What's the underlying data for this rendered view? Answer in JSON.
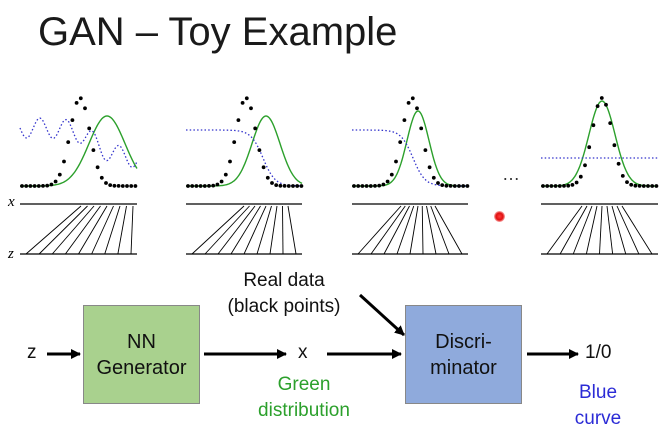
{
  "title": "GAN – Toy Example",
  "axis_labels": {
    "x": "x",
    "z": "z"
  },
  "ellipsis": "…",
  "flow": {
    "input": "z",
    "generator": [
      "NN",
      "Generator"
    ],
    "generator_output": "x",
    "generator_caption": [
      "Green",
      "distribution"
    ],
    "real_data": [
      "Real data",
      "(black points)"
    ],
    "discriminator": [
      "Discri-",
      "minator"
    ],
    "discriminator_output": "1/0",
    "discriminator_caption": [
      "Blue",
      "curve"
    ]
  },
  "colors": {
    "data_points": "#000000",
    "generator": "#2ca02c",
    "discriminator": "#3333cc",
    "generator_box": "#a9d18e",
    "discriminator_box": "#8faadc",
    "generator_caption": "#2ca02c",
    "discriminator_caption": "#2b2bd6"
  },
  "panels": [
    {
      "stage": "initial",
      "discriminator_curve": "oscillating"
    },
    {
      "stage": "discriminator-trained",
      "discriminator_curve": "sigmoid-step"
    },
    {
      "stage": "generator-updated",
      "discriminator_curve": "sigmoid-step"
    },
    {
      "stage": "converged",
      "discriminator_curve": "flat-0.5"
    }
  ]
}
